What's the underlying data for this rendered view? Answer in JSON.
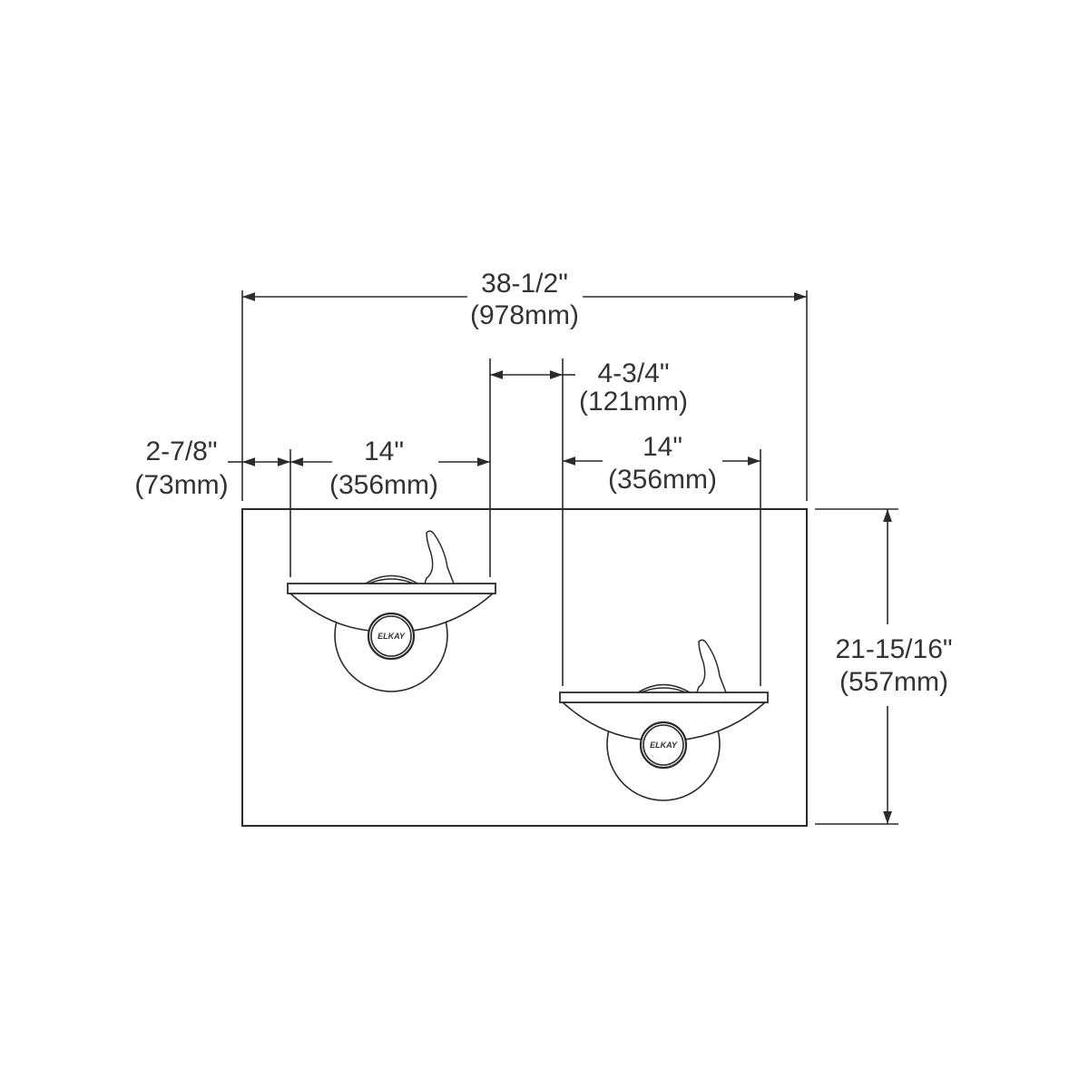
{
  "dimensions": {
    "overall_width": {
      "imperial": "38-1/2\"",
      "metric": "(978mm)"
    },
    "gap_between": {
      "imperial": "4-3/4\"",
      "metric": "(121mm)"
    },
    "left_offset": {
      "imperial": "2-7/8\"",
      "metric": "(73mm)"
    },
    "left_bowl_width": {
      "imperial": "14\"",
      "metric": "(356mm)"
    },
    "right_bowl_width": {
      "imperial": "14\"",
      "metric": "(356mm)"
    },
    "overall_height": {
      "imperial": "21-15/16\"",
      "metric": "(557mm)"
    }
  },
  "fountains": [
    {
      "logo": "ELKAY"
    },
    {
      "logo": "ELKAY"
    }
  ]
}
